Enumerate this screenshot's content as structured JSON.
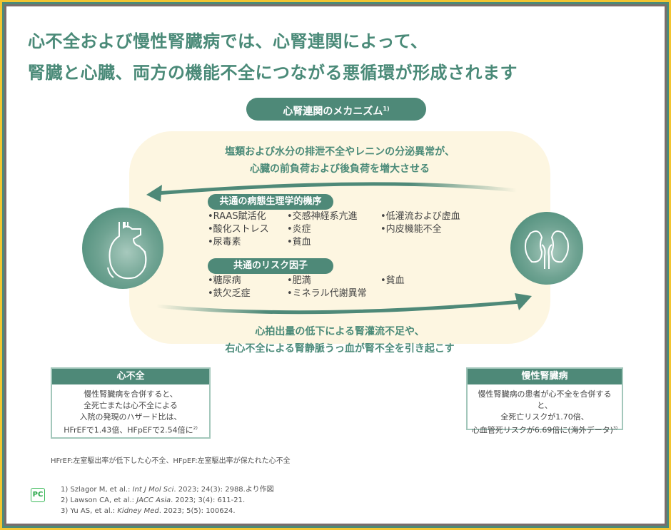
{
  "title": {
    "line1": "心不全および慢性腎臓病では、心腎連関によって、",
    "line2": "腎臓と心臓、両方の機能不全につながる悪循環が形成されます"
  },
  "mechanism": {
    "label": "心腎連関のメカニズム",
    "ref": "1)"
  },
  "top_text": {
    "line1": "塩類および水分の排泄不全やレニンの分泌異常が、",
    "line2": "心臓の前負荷および後負荷を増大させる"
  },
  "bottom_text": {
    "line1": "心拍出量の低下による腎灌流不足や、",
    "line2": "右心不全による腎静脈うっ血が腎不全を引き起こす"
  },
  "pathophysiology": {
    "label": "共通の病態生理学的機序",
    "items": [
      "•RAAS賦活化",
      "•交感神経系亢進",
      "•低灌流および虚血",
      "•酸化ストレス",
      "•炎症",
      "•内皮機能不全",
      "•尿毒素",
      "•貧血"
    ]
  },
  "risk_factors": {
    "label": "共通のリスク因子",
    "items": [
      "•糖尿病",
      "•肥満",
      "•貧血",
      "•鉄欠乏症",
      "•ミネラル代謝異常"
    ]
  },
  "hf_box": {
    "title": "心不全",
    "lines": [
      "慢性腎臓病を合併すると、",
      "全死亡または心不全による",
      "入院の発現のハザード比は、",
      "HFrEFで1.43倍、HFpEFで2.54倍に"
    ],
    "ref": "2)"
  },
  "ckd_box": {
    "title": "慢性腎臓病",
    "lines": [
      "慢性腎臓病の患者が心不全を合併すると、",
      "全死亡リスクが1.70倍、",
      "心血管死リスクが6.69倍に(海外データ)"
    ],
    "ref": "3)"
  },
  "note": "HFrEF:左室駆出率が低下した心不全、HFpEF:左室駆出率が保たれた心不全",
  "refs": [
    {
      "pre": "1) Szlagor M, et al.: ",
      "journal": "Int J Mol Sci",
      "post": ". 2023; 24(3): 2988.より作図"
    },
    {
      "pre": "2) Lawson CA, et al.: ",
      "journal": "JACC Asia",
      "post": ". 2023; 3(4): 611-21."
    },
    {
      "pre": "3) Yu AS, et al.: ",
      "journal": "Kidney Med",
      "post": ". 2023; 5(5): 100624."
    }
  ],
  "logo": "PC",
  "colors": {
    "accent": "#4e8978",
    "cream": "#fdf6e1",
    "frame_yellow": "#f2c531"
  }
}
